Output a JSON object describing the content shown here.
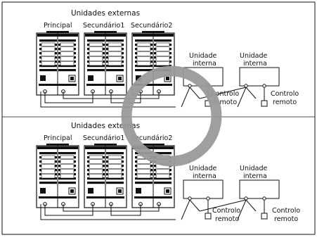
{
  "colors": {
    "line": "#111111",
    "ring": "#9a9a9a",
    "background": "#ffffff"
  },
  "groups": [
    {
      "title": "Unidades externas",
      "units": [
        "Principal",
        "Secundário1",
        "Secundário2"
      ],
      "indoor": [
        {
          "label1": "Unidade",
          "label2": "interna",
          "remote1": "Controlo",
          "remote2": "remoto"
        },
        {
          "label1": "Unidade",
          "label2": "interna",
          "remote1": "Controlo",
          "remote2": "remoto"
        }
      ]
    },
    {
      "title": "Unidades externas",
      "units": [
        "Principal",
        "Secundário1",
        "Secundário2"
      ],
      "indoor": [
        {
          "label1": "Unidade",
          "label2": "interna",
          "remote1": "Controlo",
          "remote2": "remoto"
        },
        {
          "label1": "Unidade",
          "label2": "interna",
          "remote1": "Controlo",
          "remote2": "remoto"
        }
      ]
    }
  ],
  "overlay": {
    "icon": "ring-watermark-icon"
  }
}
